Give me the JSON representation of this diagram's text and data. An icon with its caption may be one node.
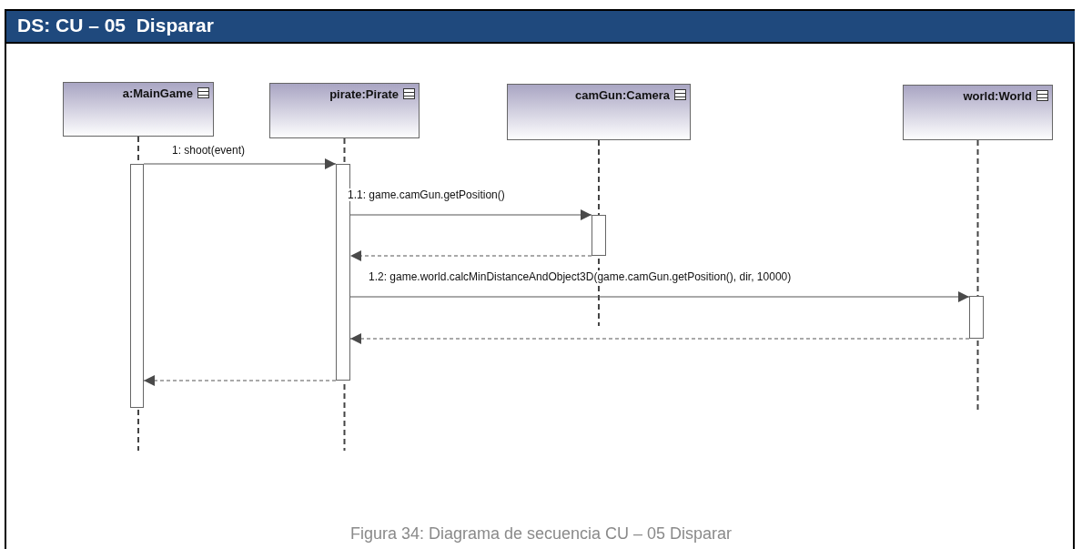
{
  "diagram": {
    "title": "DS: CU – 05  Disparar",
    "caption": "Figura 34: Diagrama de secuencia CU – 05 Disparar",
    "nodes": [
      {
        "text": [
          "a:MainGame"
        ]
      },
      {
        "text": [
          "pirate:Pirate"
        ]
      },
      {
        "text": [
          "camGun:Camera"
        ]
      },
      {
        "text": [
          "world:World"
        ]
      },
      {
        "text": [],
        "shape": "bar"
      },
      {
        "text": [],
        "shape": "bar"
      },
      {
        "text": [],
        "shape": "bar"
      },
      {
        "text": [],
        "shape": "bar"
      }
    ],
    "edges": [
      {
        "from": 4,
        "to": 5,
        "arrow": "to",
        "label": "1: shoot(event)"
      },
      {
        "from": 5,
        "to": 6,
        "arrow": "to",
        "label": "1.1: game.camGun.getPosition()"
      },
      {
        "from": 6,
        "to": 5,
        "arrow": "to",
        "style": "dashed"
      },
      {
        "from": 5,
        "to": 7,
        "arrow": "to",
        "label": "1.2: game.world.calcMinDistanceAndObject3D(game.camGun.getPosition(), dir, 10000)"
      },
      {
        "from": 7,
        "to": 5,
        "arrow": "to",
        "style": "dashed"
      },
      {
        "from": 5,
        "to": 4,
        "arrow": "to",
        "style": "dashed"
      }
    ]
  }
}
